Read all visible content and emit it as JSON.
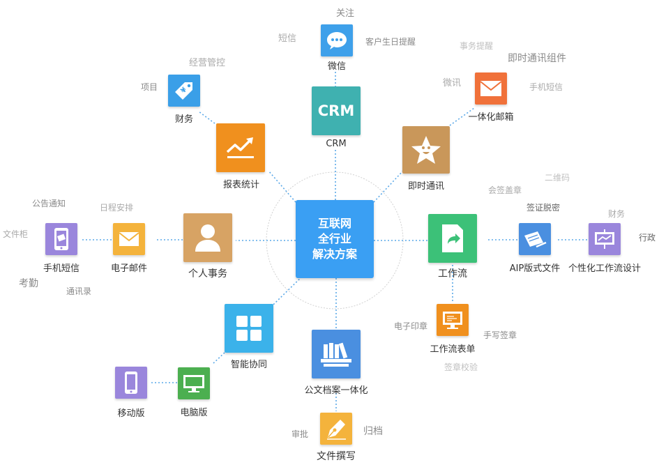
{
  "center": {
    "line1": "互联网",
    "line2": "全行业",
    "line3": "解决方案"
  },
  "nodes": {
    "crm": {
      "label": "CRM",
      "icon": "crm-text-icon",
      "icon_text": "CRM",
      "color": "#3fb1b0"
    },
    "wechat": {
      "label": "微信",
      "icon": "wechat-bubble-icon",
      "color": "#3ea0ea"
    },
    "report": {
      "label": "报表统计",
      "icon": "trend-chart-icon",
      "color": "#f0901e"
    },
    "finance": {
      "label": "财务",
      "icon": "price-tag-icon",
      "color": "#3a9fe8"
    },
    "instant_message": {
      "label": "即时通讯",
      "icon": "star-face-icon",
      "color": "#c9975a"
    },
    "unified_mailbox": {
      "label": "一体化邮箱",
      "icon": "envelope-icon",
      "color": "#f0713a"
    },
    "personal": {
      "label": "个人事务",
      "icon": "person-icon",
      "color": "#d7a364"
    },
    "email": {
      "label": "电子邮件",
      "icon": "envelope-icon",
      "color": "#f4b33c"
    },
    "mobile_sms": {
      "label": "手机短信",
      "icon": "phone-message-icon",
      "color": "#9a86dc"
    },
    "workflow": {
      "label": "工作流",
      "icon": "document-share-icon",
      "color": "#3cc178"
    },
    "aip": {
      "label": "AIP版式文件",
      "icon": "document-pen-icon",
      "color": "#4a8fe0"
    },
    "custom_workflow": {
      "label": "个性化工作流设计",
      "icon": "presentation-board-icon",
      "color": "#9a86dc"
    },
    "workflow_form": {
      "label": "工作流表单",
      "icon": "monitor-chart-icon",
      "color": "#f0901e"
    },
    "smart_collab": {
      "label": "智能协同",
      "icon": "grid-icon",
      "color": "#3bb2ea"
    },
    "pc": {
      "label": "电脑版",
      "icon": "monitor-icon",
      "color": "#4caf50"
    },
    "mobile": {
      "label": "移动版",
      "icon": "smartphone-icon",
      "color": "#9a86dc"
    },
    "archive": {
      "label": "公文档案一体化",
      "icon": "archive-files-icon",
      "color": "#4a8fe0"
    },
    "writing": {
      "label": "文件撰写",
      "icon": "pen-nib-icon",
      "color": "#f4b33c"
    }
  },
  "tags": {
    "follow": "关注",
    "sms": "短信",
    "birthday_reminder": "客户生日提醒",
    "operation_control": "经营管控",
    "project": "项目",
    "affair_reminder": "事务提醒",
    "im_component": "即时通讯组件",
    "micro_chat": "微讯",
    "phone_sms": "手机短信",
    "announcement": "公告通知",
    "schedule": "日程安排",
    "file_cabinet": "文件柜",
    "attendance": "考勤",
    "address_book": "通讯录",
    "qr_code": "二维码",
    "countersign": "会签盖章",
    "signature_stripping": "签证脱密",
    "finance_tag": "财务",
    "administration": "行政",
    "e_seal": "电子印章",
    "handwritten_sign": "手写签章",
    "sign_verify": "签章校验",
    "approval": "审批",
    "filing": "归档"
  }
}
